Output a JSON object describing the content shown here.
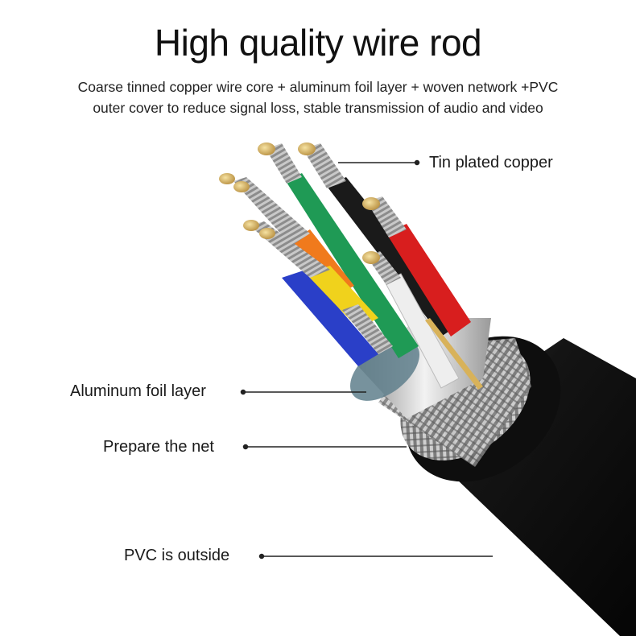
{
  "header": {
    "title": "High quality wire rod",
    "subtitle_line1": "Coarse tinned copper wire core + aluminum foil layer + woven network +PVC",
    "subtitle_line2": "outer cover to reduce signal loss, stable transmission of audio and video"
  },
  "labels": {
    "tin_plated": "Tin plated copper",
    "aluminum_foil": "Aluminum foil layer",
    "net": "Prepare the net",
    "pvc": "PVC is outside"
  },
  "colors": {
    "jacket": "#141414",
    "braid": "#9a9a9a",
    "foil": "#c8c8c8",
    "green": "#1f9a55",
    "black": "#1a1a1a",
    "red": "#d81e1e",
    "orange": "#f07a1c",
    "yellow": "#f0d21c",
    "blue": "#2a3fc8",
    "white": "#eeeeee",
    "copper": "#d8b25a"
  }
}
